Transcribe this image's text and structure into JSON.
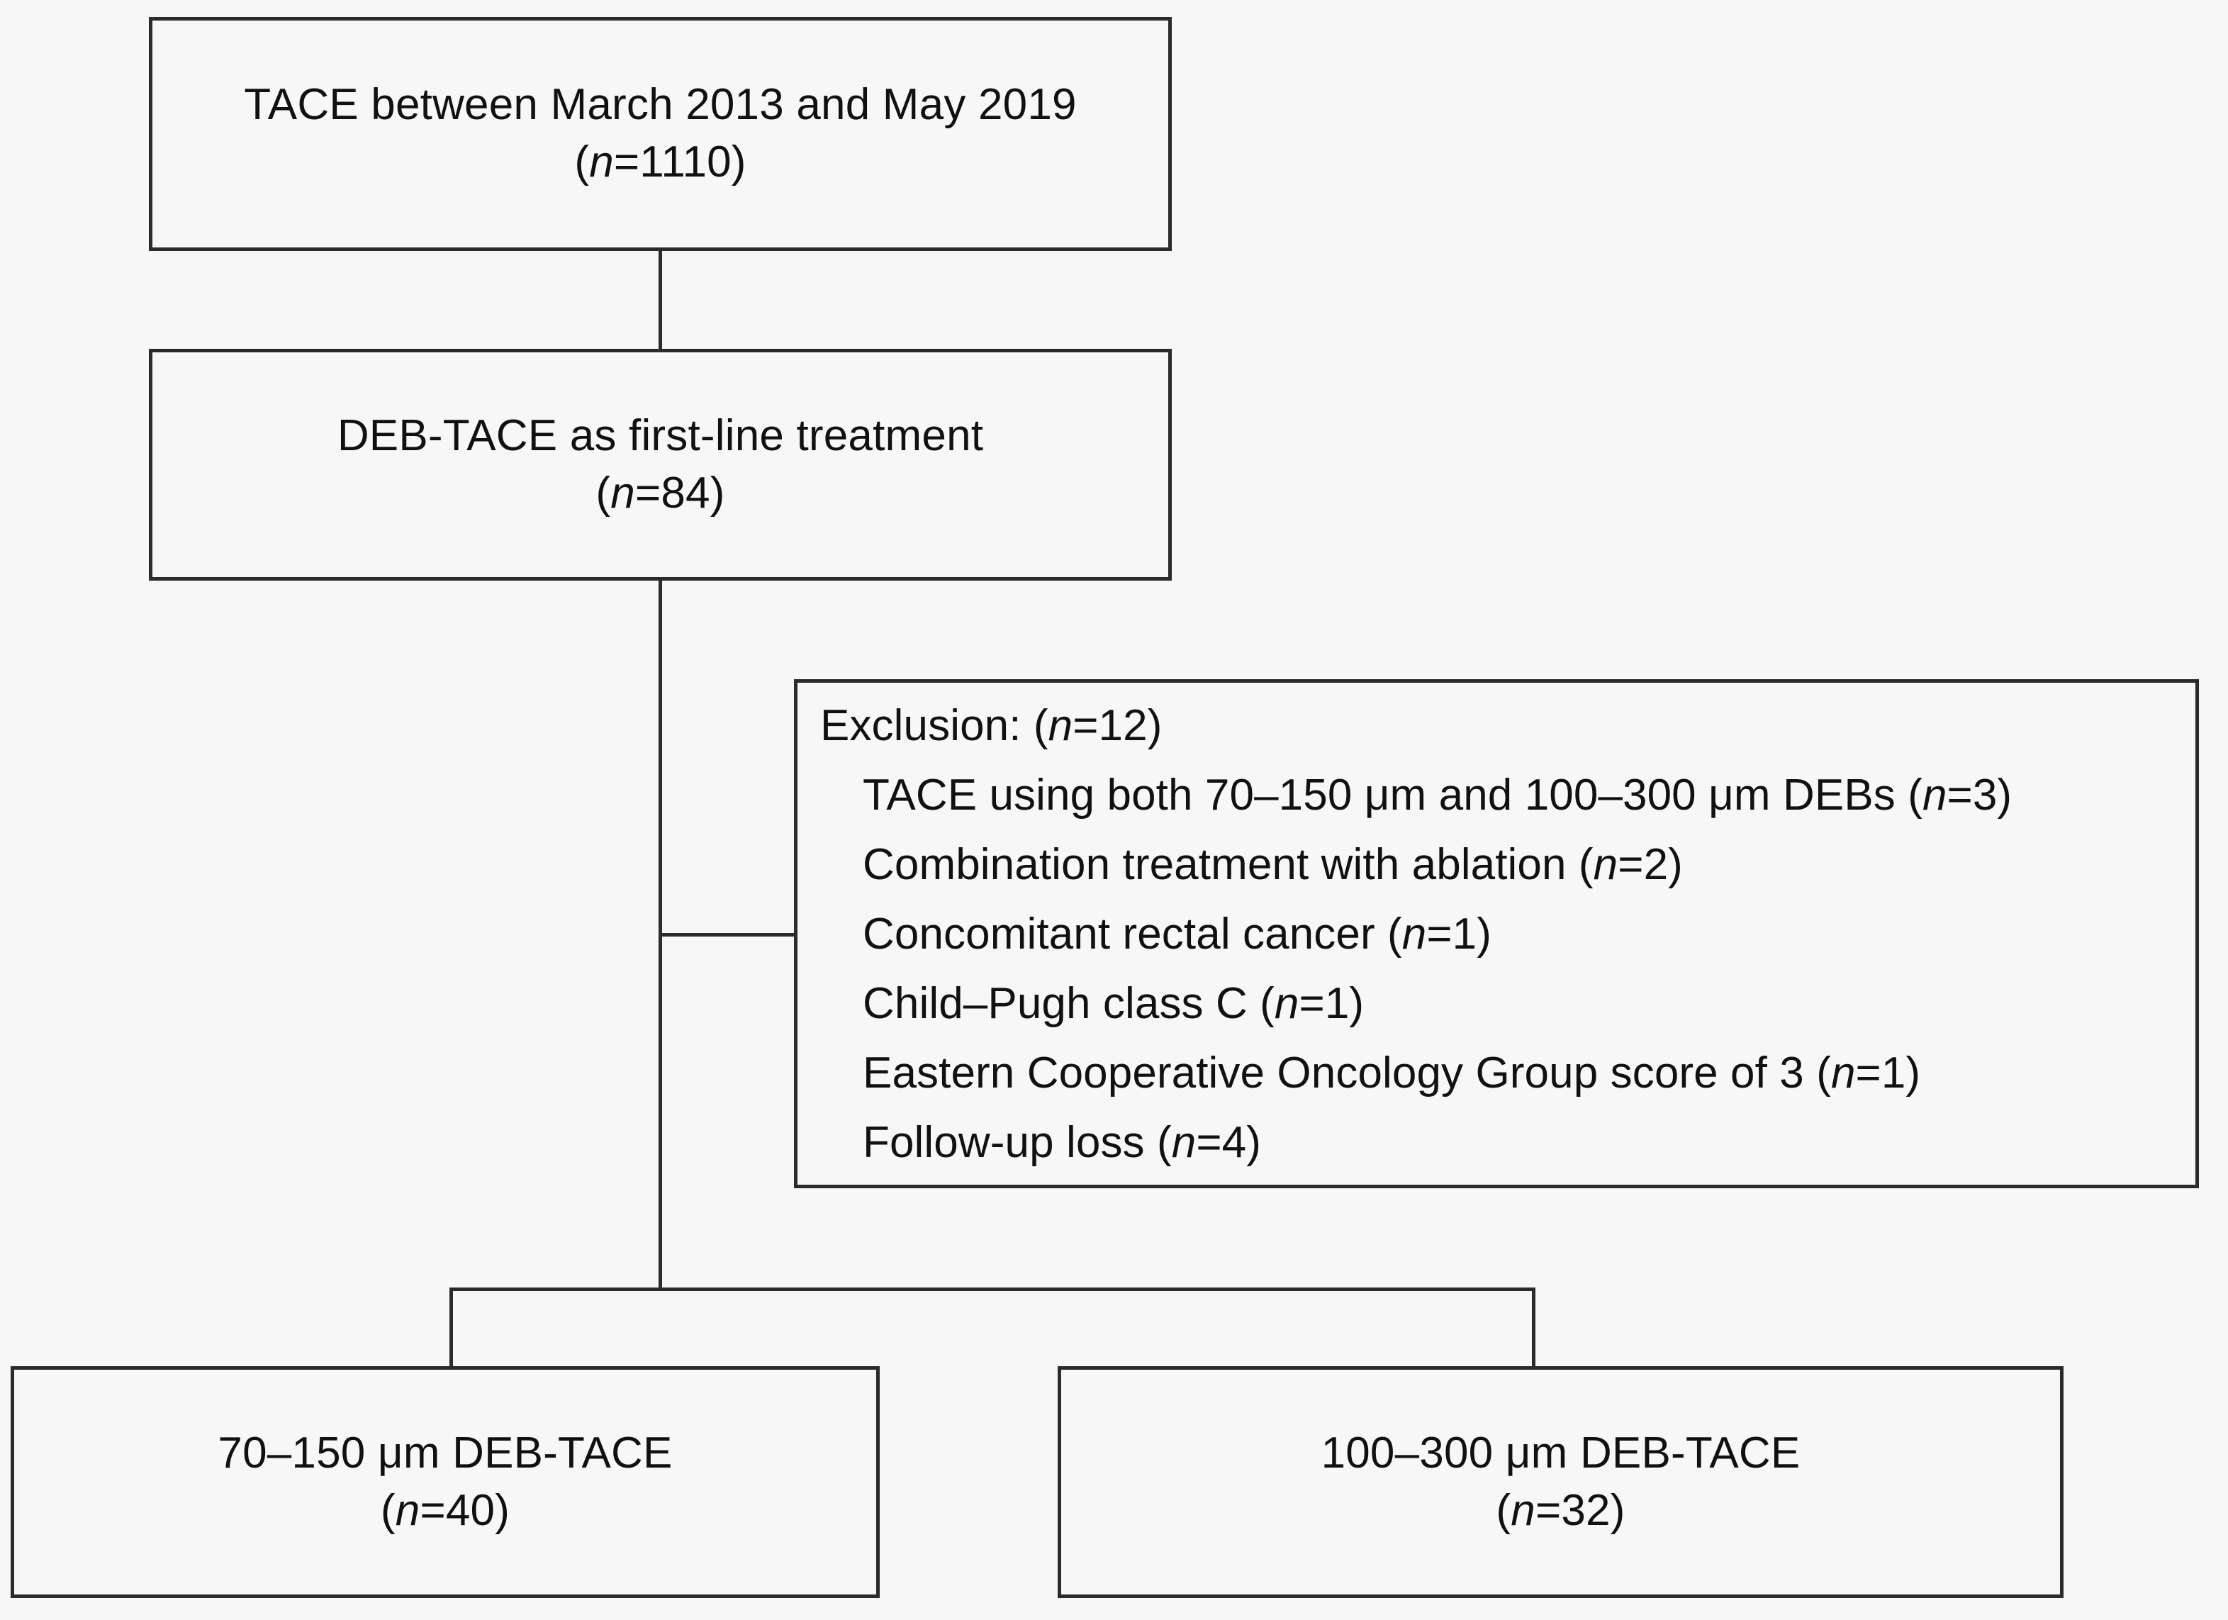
{
  "flowchart": {
    "title": "Patient selection flowchart for DEB-TACE study",
    "accent_color": "#2b2b2b",
    "background_color": "#f7f7f7",
    "nodes": {
      "top": {
        "line1": "TACE between March 2013 and May 2019",
        "line2_prefix": "(",
        "line2_italic": "n",
        "line2_suffix": "=1110)"
      },
      "second": {
        "line1": "DEB-TACE as first-line treatment",
        "line2_prefix": "(",
        "line2_italic": "n",
        "line2_suffix": "=84)"
      },
      "small_deb": {
        "line1": "70–150 μm DEB-TACE",
        "line2_prefix": "(",
        "line2_italic": "n",
        "line2_suffix": "=40)"
      },
      "large_deb": {
        "line1": "100–300 μm DEB-TACE",
        "line2_prefix": "(",
        "line2_italic": "n",
        "line2_suffix": "=32)"
      }
    },
    "exclusion": {
      "heading_prefix": "Exclusion: (",
      "heading_italic": "n",
      "heading_suffix": "=12)",
      "items": [
        {
          "text": "TACE using both 70–150 μm and 100–300 μm DEBs (",
          "italic": "n",
          "suffix": "=3)"
        },
        {
          "text": "Combination treatment with ablation (",
          "italic": "n",
          "suffix": "=2)"
        },
        {
          "text": "Concomitant rectal cancer (",
          "italic": "n",
          "suffix": "=1)"
        },
        {
          "text": "Child–Pugh class C (",
          "italic": "n",
          "suffix": "=1)"
        },
        {
          "text": "Eastern Cooperative Oncology Group score of 3 (",
          "italic": "n",
          "suffix": "=1)"
        },
        {
          "text": "Follow-up loss (",
          "italic": "n",
          "suffix": "=4)"
        }
      ]
    }
  },
  "chart_data": {
    "type": "diagram",
    "title": "CONSORT-style patient selection flow",
    "nodes": [
      {
        "id": "top",
        "label": "TACE between March 2013 and May 2019",
        "n": 1110
      },
      {
        "id": "second",
        "label": "DEB-TACE as first-line treatment",
        "n": 84
      },
      {
        "id": "exclusion",
        "label": "Exclusion",
        "n": 12
      },
      {
        "id": "small_deb",
        "label": "70–150 μm DEB-TACE",
        "n": 40
      },
      {
        "id": "large_deb",
        "label": "100–300 μm DEB-TACE",
        "n": 32
      }
    ],
    "exclusion_breakdown": [
      {
        "reason": "TACE using both 70–150 μm and 100–300 μm DEBs",
        "n": 3
      },
      {
        "reason": "Combination treatment with ablation",
        "n": 2
      },
      {
        "reason": "Concomitant rectal cancer",
        "n": 1
      },
      {
        "reason": "Child–Pugh class C",
        "n": 1
      },
      {
        "reason": "Eastern Cooperative Oncology Group score of 3",
        "n": 1
      },
      {
        "reason": "Follow-up loss",
        "n": 4
      }
    ],
    "edges": [
      {
        "from": "top",
        "to": "second"
      },
      {
        "from": "second",
        "to": "exclusion"
      },
      {
        "from": "second",
        "to": "small_deb"
      },
      {
        "from": "second",
        "to": "large_deb"
      }
    ]
  }
}
